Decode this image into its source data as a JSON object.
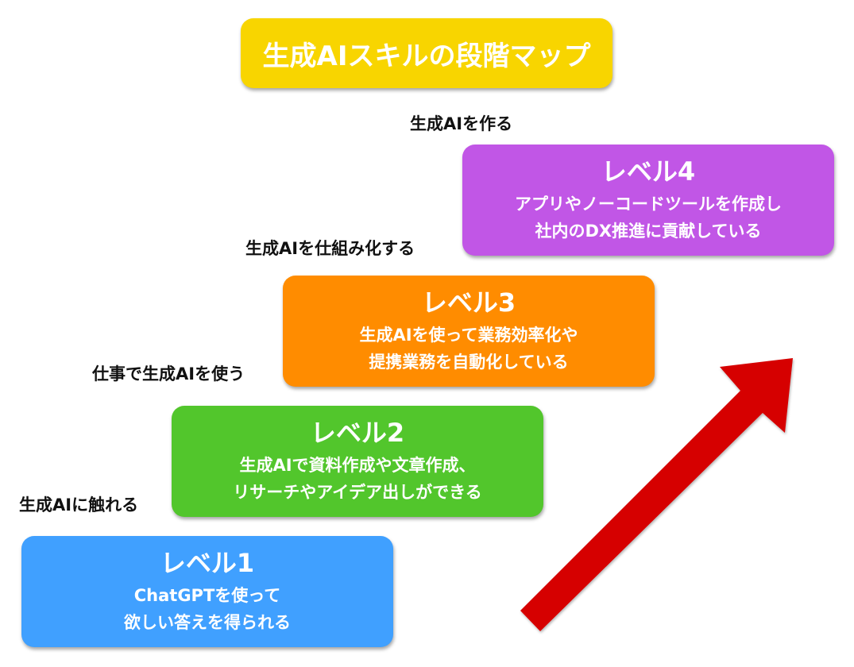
{
  "title": "生成AIスキルの段階マップ",
  "colors": {
    "title": "#F8D500",
    "level4": "#C156E6",
    "level3": "#FF8C00",
    "level2": "#52C62C",
    "level1": "#40A0FF",
    "arrow": "#D60000"
  },
  "levels": [
    {
      "title": "レベル1",
      "lines": [
        "ChatGPTを使って",
        "欲しい答えを得られる"
      ],
      "stage": "生成AIに触れる"
    },
    {
      "title": "レベル2",
      "lines": [
        "生成AIで資料作成や文章作成、",
        "リサーチやアイデア出しができる"
      ],
      "stage": "仕事で生成AIを使う"
    },
    {
      "title": "レベル3",
      "lines": [
        "生成AIを使って業務効率化や",
        "提携業務を自動化している"
      ],
      "stage": "生成AIを仕組み化する"
    },
    {
      "title": "レベル4",
      "lines": [
        "アプリやノーコードツールを作成し",
        "社内のDX推進に貢献している"
      ],
      "stage": "生成AIを作る"
    }
  ],
  "arrow_icon": "up-right-arrow-icon"
}
